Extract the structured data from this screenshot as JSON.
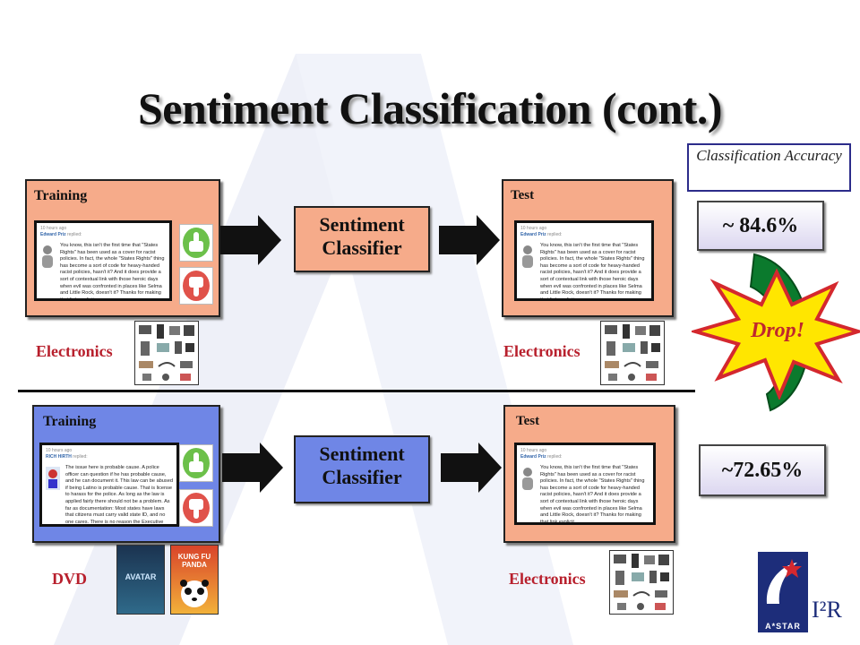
{
  "title": "Sentiment Classification (cont.)",
  "accuracy_header": "Classification Accuracy",
  "rows": [
    {
      "training_label": "Training",
      "test_label": "Test",
      "classifier_label_1": "Sentiment",
      "classifier_label_2": "Classifier",
      "training_domain": "Electronics",
      "test_domain": "Electronics",
      "accuracy": "~ 84.6%"
    },
    {
      "training_label": "Training",
      "test_label": "Test",
      "classifier_label_1": "Sentiment",
      "classifier_label_2": "Classifier",
      "training_domain": "DVD",
      "test_domain": "Electronics",
      "accuracy": "~72.65%"
    }
  ],
  "drop_label": "Drop!",
  "post_electronics": {
    "time": "10 hours ago",
    "author": "Edward Priz",
    "verb": "replied:",
    "text": "You know, this isn't the first time that \"States Rights\" has been used as a cover for racist policies. In fact, the whole \"States Rights\" thing has become a sort of code for heavy-handed racist policies, hasn't it? And it does provide a sort of contextual link with those heroic days when evil was confronted in places like Selma and Little Rock, doesn't it? Thanks for making that link explicit."
  },
  "post_dvd": {
    "time": "10 hours ago",
    "author": "RICH HIRTH",
    "verb": "replied:",
    "text": "The issue here is probable cause. A police officer can question if he has probable cause, and he can document it. This law can be abused if being Latino is probable cause. That is license to harass for the police. As long as the law is applied fairly there should not be a problem. As far as documentation: Most states have laws that citizens must carry valid state ID, and no one cares. There is no reason the Executive branch needed to get involved in what the Court should decide."
  },
  "dvd_covers": [
    "AVATAR",
    "KUNG FU PANDA"
  ],
  "logo_text": "A*STAR",
  "logo_institute": "I²R",
  "colors": {
    "peach": "#f6ab8a",
    "blue": "#6f86e6",
    "domain_red": "#b8202d",
    "burst": "#ffe600",
    "green_arrow": "#0b7a2d"
  }
}
